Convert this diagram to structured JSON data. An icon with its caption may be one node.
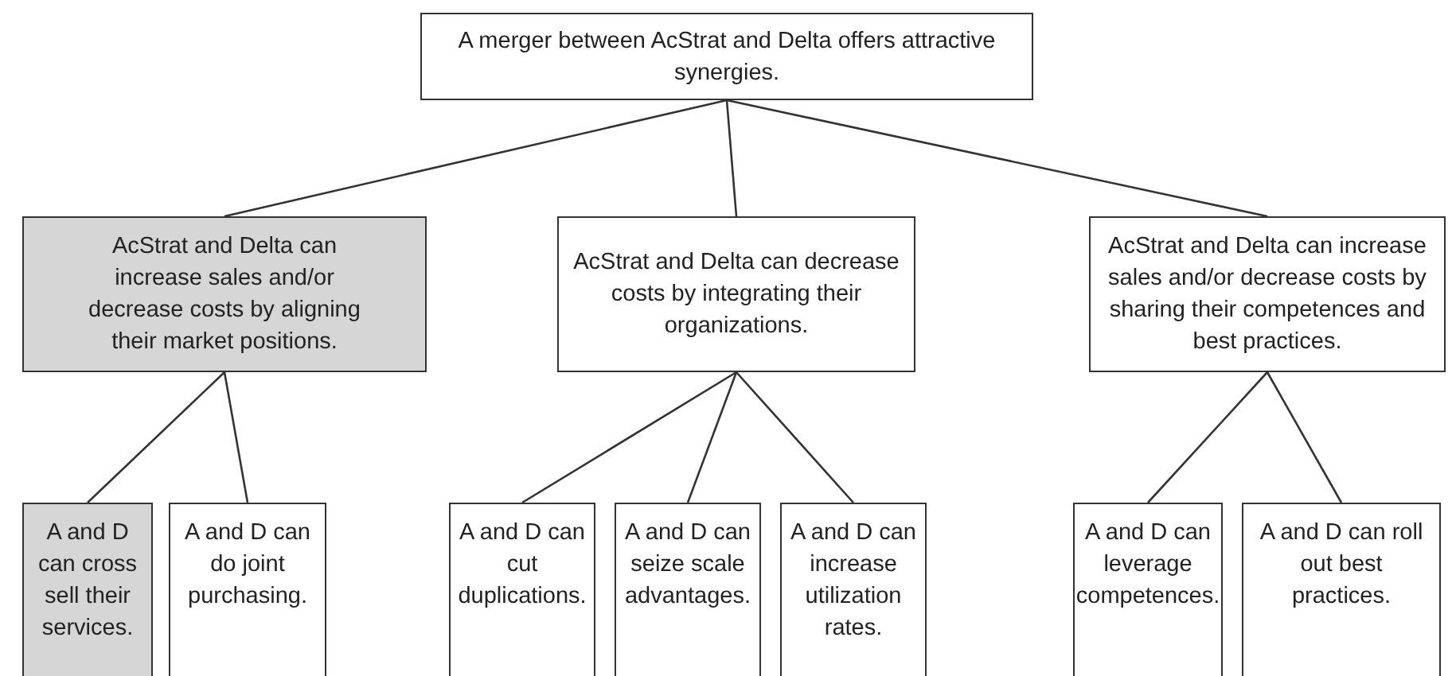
{
  "diagram": {
    "nodes": [
      {
        "text": [
          "A merger between AcStrat and Delta offers attractive synergies."
        ]
      },
      {
        "text": [
          "AcStrat and Delta can increase sales and/or decrease costs by aligning their market positions."
        ]
      },
      {
        "text": [
          "AcStrat and Delta can decrease costs by integrating their organizations."
        ]
      },
      {
        "text": [
          "AcStrat and Delta can increase sales and/or decrease costs by sharing their competences and best practices."
        ]
      },
      {
        "text": [
          "A and D can cross sell their services."
        ]
      },
      {
        "text": [
          "A and D can do joint purchasing."
        ]
      },
      {
        "text": [
          "A and D can cut duplications."
        ]
      },
      {
        "text": [
          "A and D can seize scale advantages."
        ]
      },
      {
        "text": [
          "A and D can increase utilization rates."
        ]
      },
      {
        "text": [
          "A and D can leverage competences."
        ]
      },
      {
        "text": [
          "A and D can roll out best practices."
        ]
      }
    ],
    "edges": [
      {
        "from": 0,
        "to": 1,
        "arrow": "none"
      },
      {
        "from": 0,
        "to": 2,
        "arrow": "none"
      },
      {
        "from": 0,
        "to": 3,
        "arrow": "none"
      },
      {
        "from": 1,
        "to": 4,
        "arrow": "none"
      },
      {
        "from": 1,
        "to": 5,
        "arrow": "none"
      },
      {
        "from": 2,
        "to": 6,
        "arrow": "none"
      },
      {
        "from": 2,
        "to": 7,
        "arrow": "none"
      },
      {
        "from": 2,
        "to": 8,
        "arrow": "none"
      },
      {
        "from": 3,
        "to": 9,
        "arrow": "none"
      },
      {
        "from": 3,
        "to": 10,
        "arrow": "none"
      }
    ]
  }
}
